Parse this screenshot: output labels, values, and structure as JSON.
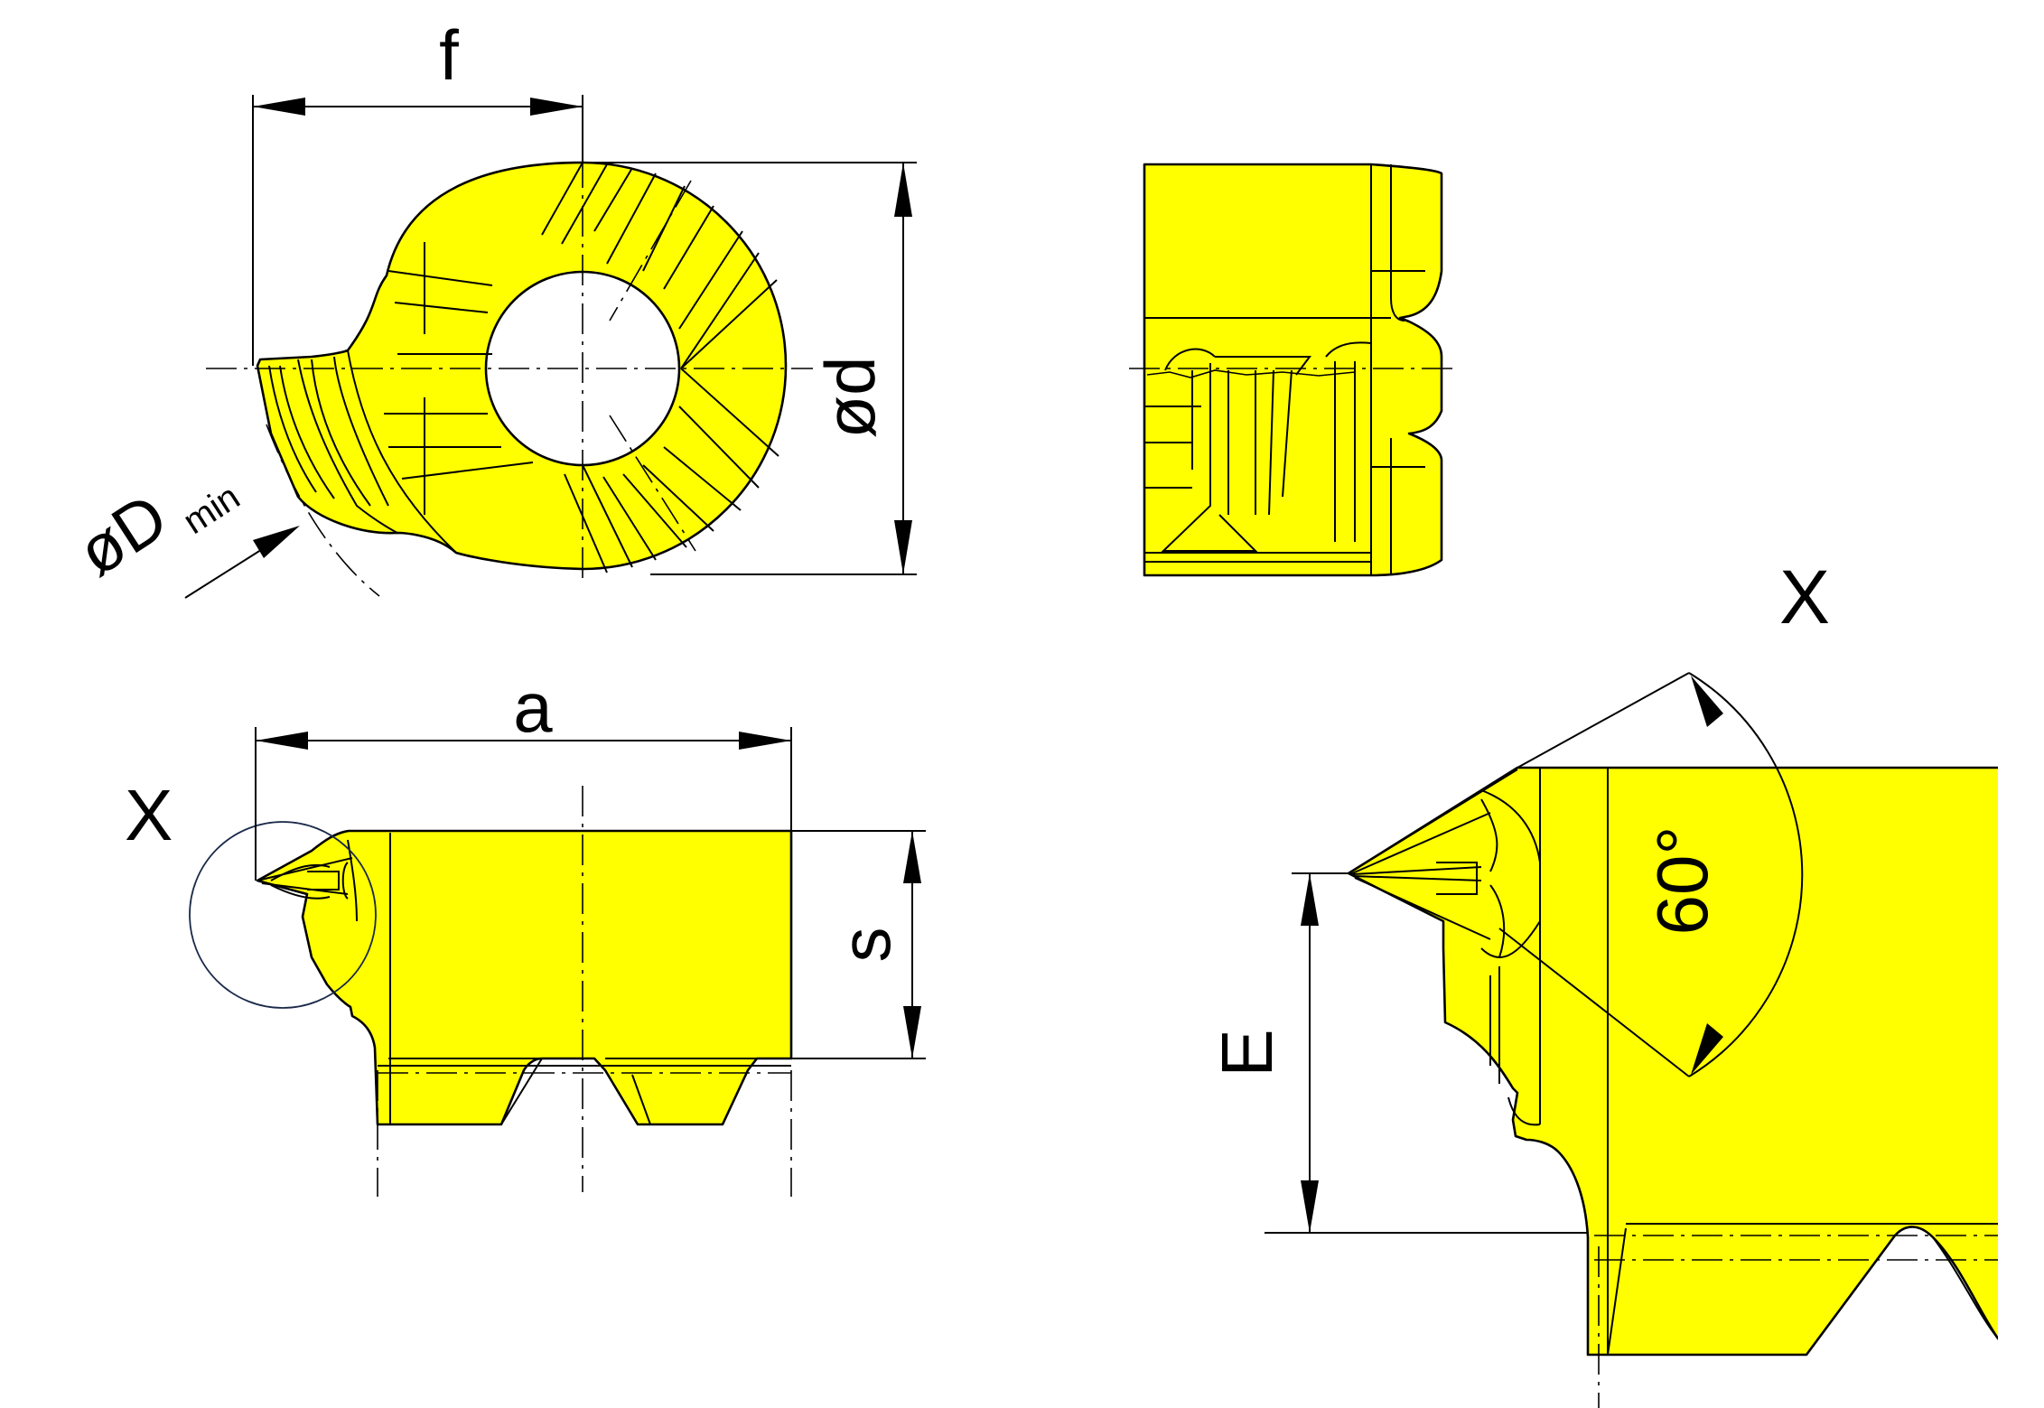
{
  "colors": {
    "part": "#FFFF00",
    "line": "#000000",
    "background": "#FFFFFF"
  },
  "labels": {
    "f": "f",
    "d": "ød",
    "D": "øD",
    "D_sub": "min",
    "a": "a",
    "s": "s",
    "x_detail_ref": "X",
    "x_detail_title": "X",
    "angle": "60°",
    "E": "E"
  }
}
